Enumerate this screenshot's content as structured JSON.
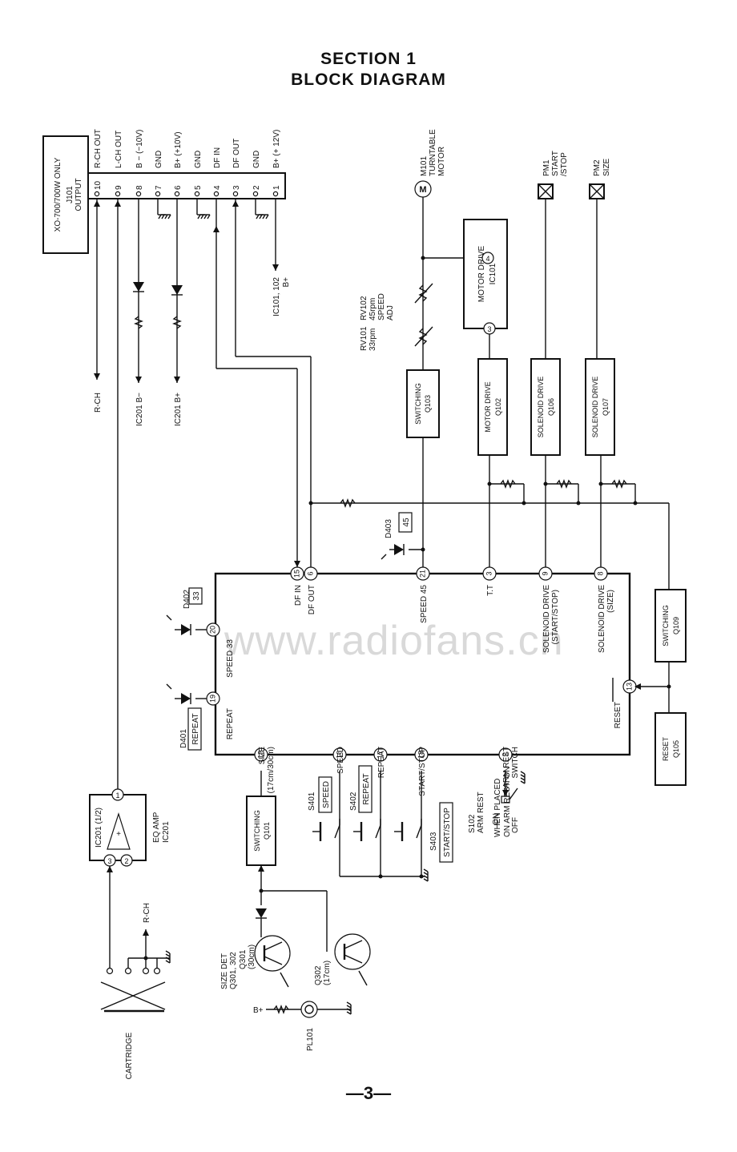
{
  "title": {
    "line1": "SECTION 1",
    "line2": "BLOCK DIAGRAM"
  },
  "page_number": "—3—",
  "watermark": "www.radiofans.cn",
  "connector": {
    "ref": "J101",
    "name": "OUTPUT",
    "note": "XO-700/700W ONLY",
    "pins": [
      {
        "num": "10",
        "label": "R-CH OUT"
      },
      {
        "num": "9",
        "label": "L-CH OUT"
      },
      {
        "num": "8",
        "label": "B − (−10V)"
      },
      {
        "num": "7",
        "label": "GND"
      },
      {
        "num": "6",
        "label": "B+ (+10V)"
      },
      {
        "num": "5",
        "label": "GND"
      },
      {
        "num": "4",
        "label": "DF IN"
      },
      {
        "num": "3",
        "label": "DF OUT"
      },
      {
        "num": "2",
        "label": "GND"
      },
      {
        "num": "1",
        "label": "B+ (+ 12V)"
      }
    ],
    "taps": [
      "R-CH",
      "IC201 B−",
      "IC201 B+",
      "IC101, 102",
      "B+"
    ]
  },
  "motor": {
    "ref": "M101",
    "name": "TURNTABLE",
    "name2": "MOTOR",
    "symbol": "M"
  },
  "plungers": [
    {
      "ref": "PM1",
      "func": "START",
      "func2": "/STOP"
    },
    {
      "ref": "PM2",
      "func": "SIZE"
    }
  ],
  "speed_adj": {
    "rv1": "RV101",
    "rv2": "RV102",
    "sp1": "33rpm",
    "sp2": "45rpm",
    "label": "SPEED",
    "label2": "ADJ"
  },
  "blocks": {
    "motor_drive_ic": {
      "name": "MOTOR DRIVE",
      "ref": "IC101",
      "pin_in": "3",
      "pin_out": "4"
    },
    "q103": {
      "name": "SWITCHING",
      "ref": "Q103"
    },
    "q102": {
      "name": "MOTOR DRIVE",
      "ref": "Q102"
    },
    "q106": {
      "name": "SOLENOID DRIVE",
      "ref": "Q106"
    },
    "q107": {
      "name": "SOLENOID DRIVE",
      "ref": "Q107"
    },
    "q109": {
      "name": "SWITCHING",
      "ref": "Q109"
    },
    "q105": {
      "name": "RESET",
      "ref": "Q105"
    },
    "q101": {
      "name": "SWITCHING",
      "ref": "Q101"
    },
    "ic201": {
      "name": "IC201 (1/2)",
      "label": "EQ AMP",
      "ref": "IC201",
      "pin1": "1",
      "pin2": "2",
      "pin3": "3"
    }
  },
  "controller_pins": {
    "top": [
      {
        "num": "15",
        "label": "DF IN"
      },
      {
        "num": "6",
        "label": "DF OUT"
      },
      {
        "num": "21",
        "label": "SPEED 45"
      },
      {
        "num": "3",
        "label": "T.T"
      },
      {
        "num": "9",
        "label": "SOLENOID DRIVE",
        "label2": "(START/STOP)"
      },
      {
        "num": "8",
        "label": "SOLENOID DRIVE",
        "label2": "(SIZE)"
      }
    ],
    "left": [
      {
        "num": "20",
        "label": "SPEED 33"
      },
      {
        "num": "19",
        "label": "REPEAT"
      }
    ],
    "bottom": [
      {
        "num": "12",
        "label": "SIZE",
        "label2": "(17cm/30cm)"
      },
      {
        "num": "16",
        "label": "SPEED"
      },
      {
        "num": "17",
        "label": "REPEAT"
      },
      {
        "num": "18",
        "label": "START/STOP"
      },
      {
        "num": "2",
        "label": "ARM REST",
        "label2": "SWITCH"
      }
    ],
    "right": {
      "num": "13",
      "label": "RESET"
    }
  },
  "leds": [
    {
      "ref": "D403",
      "tag": "45"
    },
    {
      "ref": "D402",
      "tag": "33"
    },
    {
      "ref": "D401",
      "tag": "REPEAT"
    }
  ],
  "switches": [
    {
      "ref": "S401",
      "tag": "SPEED"
    },
    {
      "ref": "S402",
      "tag": "REPEAT"
    },
    {
      "ref": "S403",
      "tag": "START/STOP"
    }
  ],
  "arm_rest": {
    "ref": "S102",
    "name": "ARM REST",
    "on": "ON",
    "off": "OFF",
    "note1": "WHEN PLACED",
    "note2": "ON ARM REST: ON"
  },
  "sensors": {
    "label": "SIZE DET",
    "refs": "Q301, 302",
    "q301": "Q301",
    "q301_size": "(30cm)",
    "q302": "Q302",
    "q302_size": "(17cm)"
  },
  "lamp": {
    "ref": "PL101",
    "supply": "B+"
  },
  "cartridge": {
    "label": "CARTRIDGE",
    "rch": "R-CH"
  }
}
